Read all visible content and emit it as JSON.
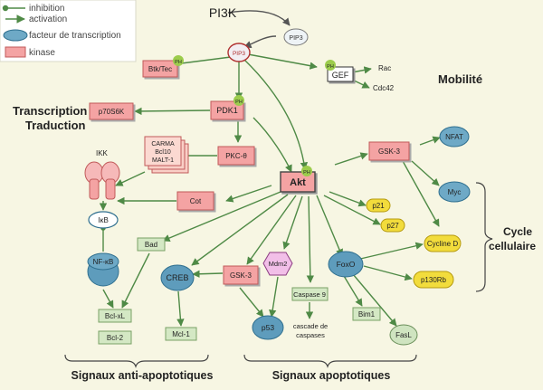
{
  "legend": {
    "inhibition": "inhibition",
    "activation": "activation",
    "transcription_factor": "facteur de transcription",
    "kinase": "kinase"
  },
  "nodes": {
    "pi3k": "PI3K",
    "pip3_top": "PIP3",
    "pip3_center": "PIP3",
    "btk": "Btk/Tec",
    "gef": "GEF",
    "rac": "Rac",
    "cdc42": "Cdc42",
    "mobility": "Mobilité",
    "transcription": "Transcription",
    "translation": "Traduction",
    "p70s6k": "p70S6K",
    "pdk1": "PDK1",
    "ikk": "IKK",
    "carma_1": "CARMA",
    "carma_2": "Bcl10",
    "carma_3": "MALT-1",
    "pkc": "PKC-θ",
    "akt": "Akt",
    "gsk3_right": "GSK-3",
    "nfat": "NFAT",
    "myc": "Myc",
    "cot": "Cot",
    "ikb": "IκB",
    "p21": "p21",
    "p27": "p27",
    "nfkb": "NF-κB",
    "bad": "Bad",
    "creb": "CREB",
    "gsk3_left": "GSK-3",
    "mdm2": "Mdm2",
    "caspase9": "Caspase 9",
    "foxo": "FoxO",
    "cyclin_d": "Cycline D",
    "p130rb": "p130Rb",
    "bclxl": "Bcl-xL",
    "bcl2": "Bcl-2",
    "mcl1": "Mcl-1",
    "p53": "p53",
    "cascade_1": "cascade de",
    "cascade_2": "caspases",
    "bim1": "Bim1",
    "fasl": "FasL",
    "ph": "PH",
    "cell_cycle_1": "Cycle",
    "cell_cycle_2": "cellulaire",
    "anti_apoptotic": "Signaux anti-apoptotiques",
    "apoptotic": "Signaux apoptotiques"
  },
  "colors": {
    "background": "#f7f6e3",
    "kinase_fill": "#f4a3a3",
    "kinase_stroke": "#c15a5a",
    "tf_fill": "#6ea9c6",
    "tf_stroke": "#2f6f8f",
    "green_box_fill": "#d4e8c4",
    "green_box_stroke": "#7aa166",
    "yellow_fill": "#f2dc3c",
    "ph_fill": "#9ccc4c",
    "arrow": "#4f8a46"
  }
}
